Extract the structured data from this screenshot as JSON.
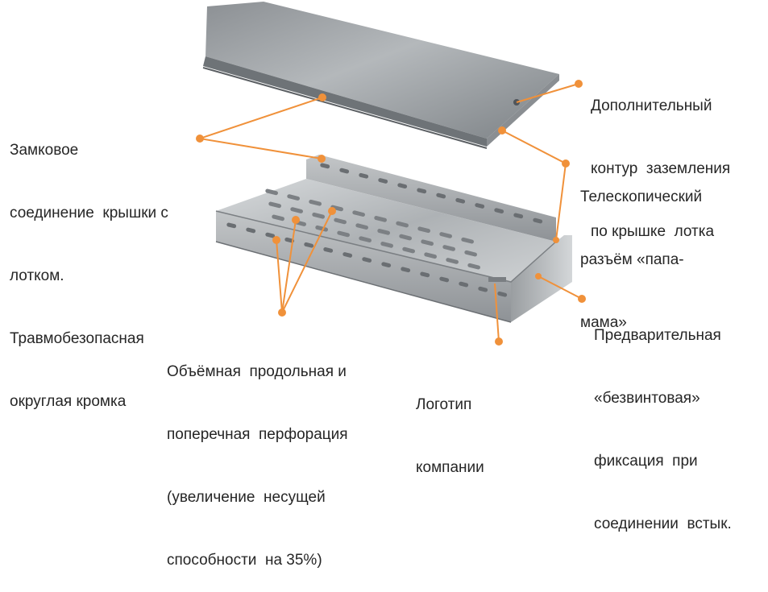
{
  "colors": {
    "leader": "#f0913a",
    "text": "#262626",
    "metal_light": "#c9ccce",
    "metal_mid": "#9ea2a5",
    "metal_dark": "#6f7478"
  },
  "callouts": {
    "lock": [
      "Замковое",
      "соединение  крышки с",
      "лотком.",
      "Травмобезопасная",
      "округлая кромка"
    ],
    "ground": [
      "Дополнительный",
      "контур  заземления",
      "по крышке  лотка"
    ],
    "telescopic": [
      "Телескопический",
      "разъём «папа-",
      "мама»"
    ],
    "screwless": [
      "Предварительная",
      "«безвинтовая»",
      "фиксация  при",
      "соединении  встык."
    ],
    "perforation": [
      "Объёмная  продольная и",
      "поперечная  перфорация",
      "(увеличение  несущей",
      "способности  на 35%)"
    ],
    "logo": [
      "Логотип",
      "компании"
    ]
  }
}
